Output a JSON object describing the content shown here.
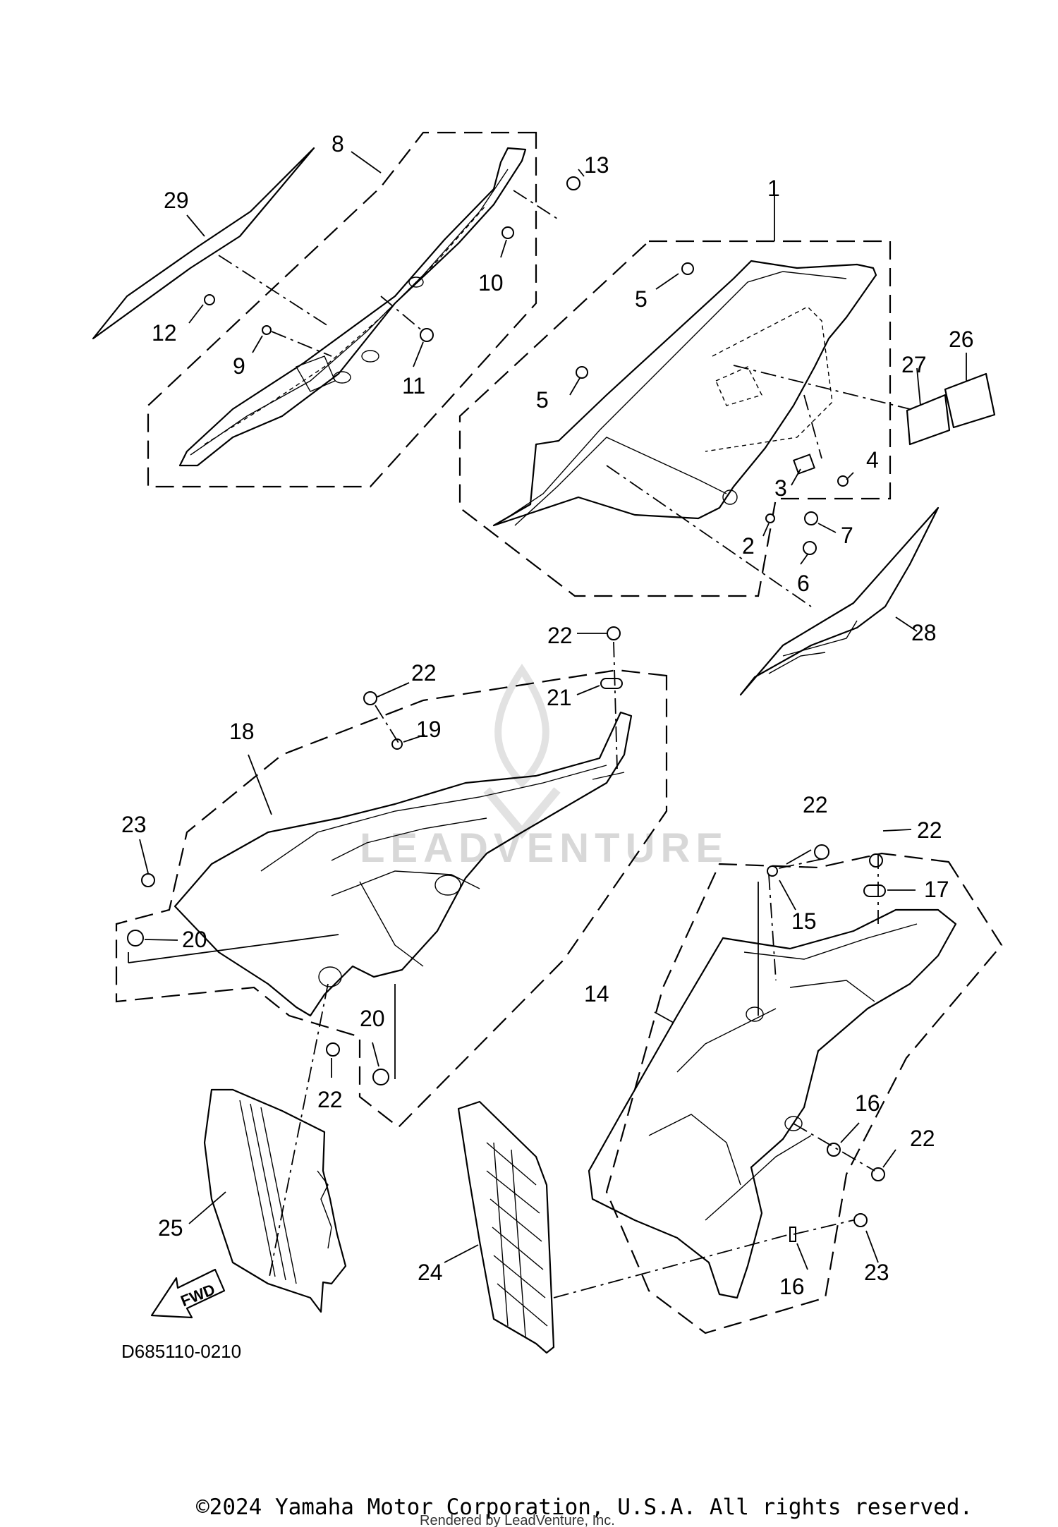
{
  "diagram": {
    "drawing_code": "D685110-0210",
    "copyright": "©2024 Yamaha Motor Corporation, U.S.A. All rights reserved.",
    "rendered_by": "Rendered by LeadVenture, Inc.",
    "watermark": "LEADVENTURE",
    "direction_marker": "FWD",
    "callouts": [
      {
        "id": "c1",
        "label": "1"
      },
      {
        "id": "c2",
        "label": "2"
      },
      {
        "id": "c3",
        "label": "3"
      },
      {
        "id": "c4",
        "label": "4"
      },
      {
        "id": "c5a",
        "label": "5"
      },
      {
        "id": "c5b",
        "label": "5"
      },
      {
        "id": "c6",
        "label": "6"
      },
      {
        "id": "c7",
        "label": "7"
      },
      {
        "id": "c8",
        "label": "8"
      },
      {
        "id": "c9",
        "label": "9"
      },
      {
        "id": "c10",
        "label": "10"
      },
      {
        "id": "c11",
        "label": "11"
      },
      {
        "id": "c12",
        "label": "12"
      },
      {
        "id": "c13",
        "label": "13"
      },
      {
        "id": "c14",
        "label": "14"
      },
      {
        "id": "c15",
        "label": "15"
      },
      {
        "id": "c16a",
        "label": "16"
      },
      {
        "id": "c16b",
        "label": "16"
      },
      {
        "id": "c17",
        "label": "17"
      },
      {
        "id": "c18",
        "label": "18"
      },
      {
        "id": "c19",
        "label": "19"
      },
      {
        "id": "c20a",
        "label": "20"
      },
      {
        "id": "c20b",
        "label": "20"
      },
      {
        "id": "c21",
        "label": "21"
      },
      {
        "id": "c22a",
        "label": "22"
      },
      {
        "id": "c22b",
        "label": "22"
      },
      {
        "id": "c22c",
        "label": "22"
      },
      {
        "id": "c22d",
        "label": "22"
      },
      {
        "id": "c22e",
        "label": "22"
      },
      {
        "id": "c22f",
        "label": "22"
      },
      {
        "id": "c23a",
        "label": "23"
      },
      {
        "id": "c23b",
        "label": "23"
      },
      {
        "id": "c24",
        "label": "24"
      },
      {
        "id": "c25",
        "label": "25"
      },
      {
        "id": "c26",
        "label": "26"
      },
      {
        "id": "c27",
        "label": "27"
      },
      {
        "id": "c28",
        "label": "28"
      },
      {
        "id": "c29",
        "label": "29"
      }
    ]
  }
}
